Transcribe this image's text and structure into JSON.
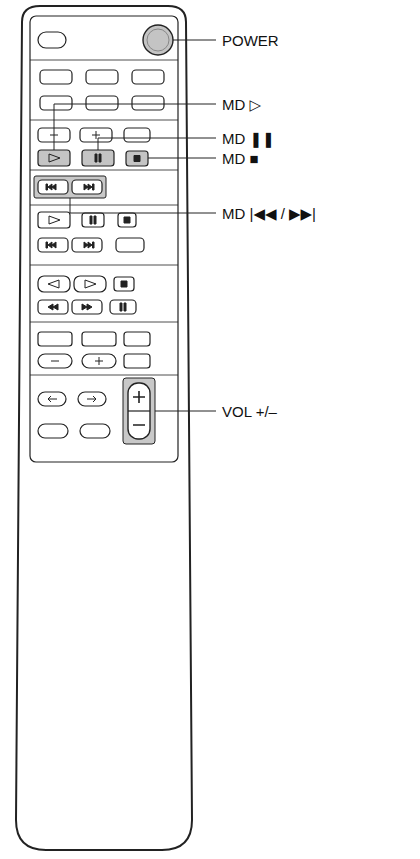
{
  "diagram": {
    "labels": [
      "POWER",
      "MD ▷",
      "MD ❚❚",
      "MD ■",
      "MD |◀◀ / ▶▶|",
      "VOL +/–"
    ]
  }
}
